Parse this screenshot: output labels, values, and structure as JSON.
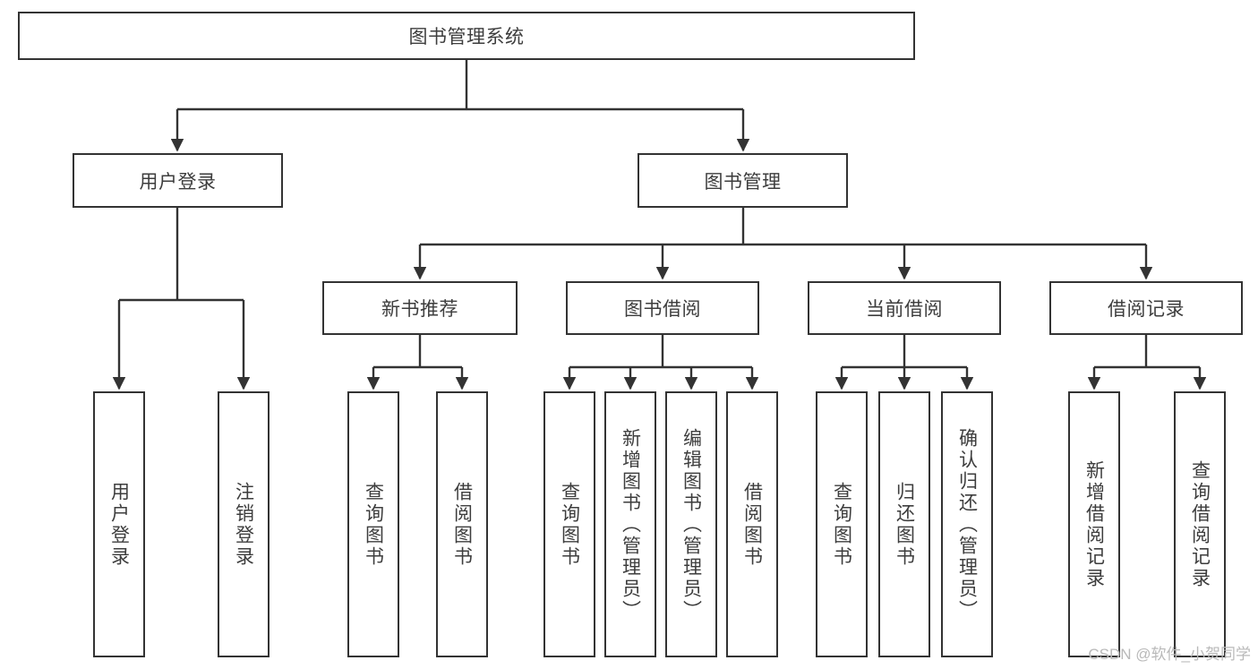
{
  "diagram": {
    "title": "图书管理系统",
    "type": "tree",
    "root": {
      "id": "root",
      "label": "图书管理系统",
      "orientation": "horizontal"
    },
    "level2": [
      {
        "id": "user-login",
        "label": "用户登录",
        "orientation": "horizontal"
      },
      {
        "id": "book-manage",
        "label": "图书管理",
        "orientation": "horizontal"
      }
    ],
    "level3": [
      {
        "id": "new-book-rec",
        "label": "新书推荐",
        "orientation": "horizontal",
        "parent": "book-manage"
      },
      {
        "id": "book-borrow",
        "label": "图书借阅",
        "orientation": "horizontal",
        "parent": "book-manage"
      },
      {
        "id": "current-borrow",
        "label": "当前借阅",
        "orientation": "horizontal",
        "parent": "book-manage"
      },
      {
        "id": "borrow-record",
        "label": "借阅记录",
        "orientation": "horizontal",
        "parent": "book-manage"
      }
    ],
    "leaves": [
      {
        "id": "leaf-user-login",
        "label": "用户登录",
        "parent": "user-login"
      },
      {
        "id": "leaf-logout-login",
        "label": "注销登录",
        "parent": "user-login"
      },
      {
        "id": "leaf-query-book-rec",
        "label": "查询图书",
        "parent": "new-book-rec"
      },
      {
        "id": "leaf-borrow-book-rec",
        "label": "借阅图书",
        "parent": "new-book-rec"
      },
      {
        "id": "leaf-query-book-borrow",
        "label": "查询图书",
        "parent": "book-borrow"
      },
      {
        "id": "leaf-add-book",
        "label": "新增图书（管理员）",
        "parent": "book-borrow"
      },
      {
        "id": "leaf-edit-book",
        "label": "编辑图书（管理员）",
        "parent": "book-borrow"
      },
      {
        "id": "leaf-borrow-book",
        "label": "借阅图书",
        "parent": "book-borrow"
      },
      {
        "id": "leaf-query-book-current",
        "label": "查询图书",
        "parent": "current-borrow"
      },
      {
        "id": "leaf-return-book",
        "label": "归还图书",
        "parent": "current-borrow"
      },
      {
        "id": "leaf-confirm-return",
        "label": "确认归还（管理员）",
        "parent": "current-borrow"
      },
      {
        "id": "leaf-add-record",
        "label": "新增借阅记录",
        "parent": "borrow-record"
      },
      {
        "id": "leaf-query-record",
        "label": "查询借阅记录",
        "parent": "borrow-record"
      }
    ],
    "colors": {
      "border": "#333333",
      "text": "#3d3d3d",
      "background": "#ffffff",
      "watermark": "#b9b9b9"
    }
  },
  "watermark": {
    "text": "CSDN @软件_小贺同学"
  }
}
